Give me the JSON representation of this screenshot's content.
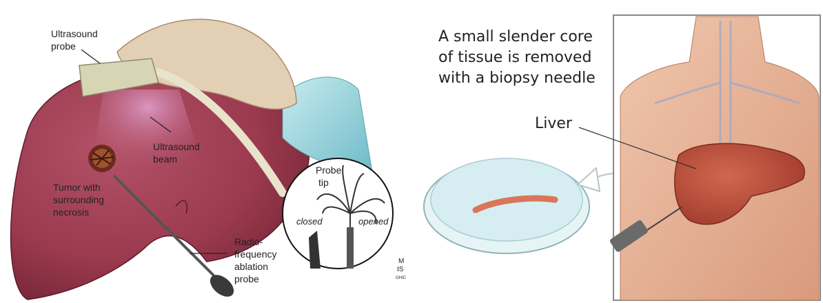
{
  "left_panel": {
    "labels": {
      "ultrasound_probe": [
        "Ultrasound",
        "probe"
      ],
      "ultrasound_beam": [
        "Ultrasound",
        "beam"
      ],
      "tumor": [
        "Tumor with",
        "surrounding",
        "necrosis"
      ],
      "rfa_probe": [
        "Radio-",
        "frequency",
        "ablation",
        "probe"
      ]
    },
    "inset": {
      "title": [
        "Probe",
        "tip"
      ],
      "closed": "closed",
      "opened": "opened",
      "logo": [
        "M",
        "IS",
        "GHIC"
      ]
    }
  },
  "right_panel": {
    "caption": [
      "A small slender core",
      "of tissue is removed",
      "with a biopsy needle"
    ],
    "liver_label": "Liver"
  },
  "colors": {
    "liver": "#9b3a4e",
    "liver_dark": "#6e2233",
    "glove": "#e3cfb4",
    "sleeve": "#9fd3dc",
    "dish_water": "#d6eef2",
    "core_sample": "#d9765a",
    "skin": "#e8b49a",
    "right_liver": "#b4463a"
  }
}
